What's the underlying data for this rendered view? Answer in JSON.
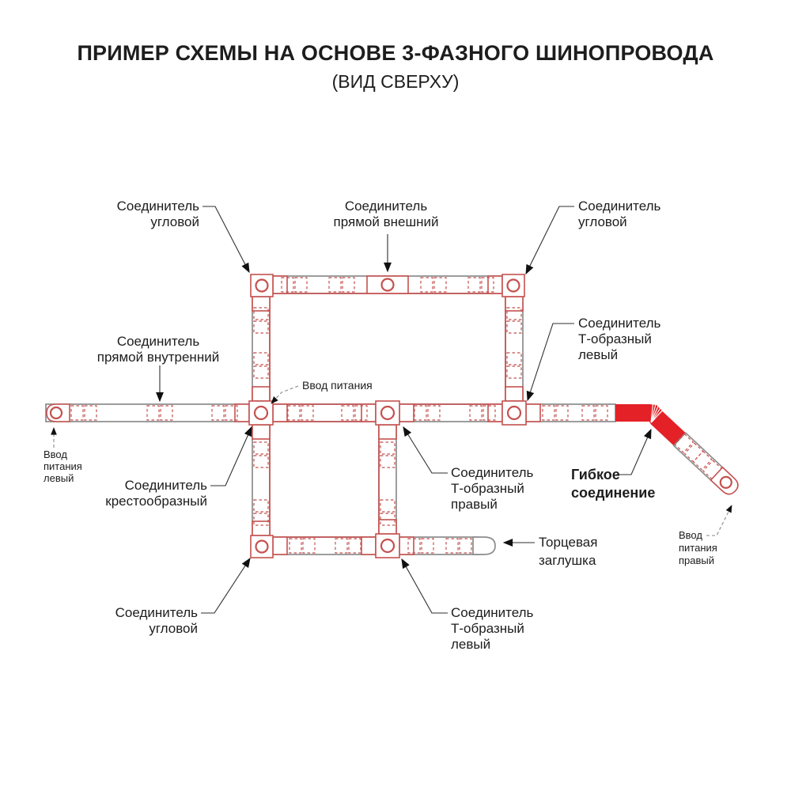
{
  "title": "ПРИМЕР СХЕМЫ НА ОСНОВЕ 3-ФАЗНОГО ШИНОПРОВОДА",
  "subtitle": "(ВИД СВЕРХУ)",
  "colors": {
    "track_outline_gray": "#8c8c8c",
    "connector_red": "#c4514f",
    "flexible_red": "#e32127",
    "text": "#1d1d1d"
  },
  "labels": {
    "corner_top_left": {
      "lines": [
        "Соединитель",
        "угловой"
      ]
    },
    "straight_external": {
      "lines": [
        "Соединитель",
        "прямой внешний"
      ]
    },
    "corner_top_right": {
      "lines": [
        "Соединитель",
        "угловой"
      ]
    },
    "t_left_upper": {
      "lines": [
        "Соединитель",
        "Т-образный",
        "левый"
      ]
    },
    "straight_internal": {
      "lines": [
        "Соединитель",
        "прямой внутренний"
      ]
    },
    "power_input_center": {
      "lines": [
        "Ввод питания"
      ]
    },
    "power_input_left": {
      "lines": [
        "Ввод",
        "питания",
        "левый"
      ]
    },
    "cross": {
      "lines": [
        "Соединитель",
        "крестообразный"
      ]
    },
    "t_right": {
      "lines": [
        "Соединитель",
        "Т-образный",
        "правый"
      ]
    },
    "flexible": {
      "lines": [
        "Гибкое",
        "соединение"
      ]
    },
    "end_cap": {
      "lines": [
        "Торцевая",
        "заглушка"
      ]
    },
    "power_input_right": {
      "lines": [
        "Ввод",
        "питания",
        "правый"
      ]
    },
    "corner_bottom_left": {
      "lines": [
        "Соединитель",
        "угловой"
      ]
    },
    "t_left_lower": {
      "lines": [
        "Соединитель",
        "Т-образный",
        "левый"
      ]
    }
  }
}
